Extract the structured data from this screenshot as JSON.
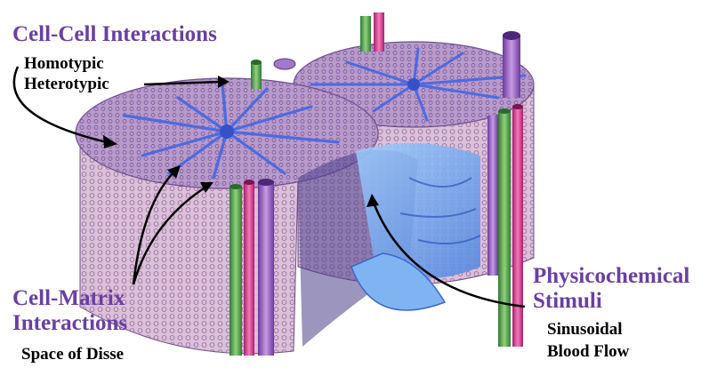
{
  "labels": {
    "cell_cell_title": "Cell-Cell Interactions",
    "homotypic": "Homotypic",
    "heterotypic": "Heterotypic",
    "cell_matrix_line1": "Cell-Matrix",
    "cell_matrix_line2": "Interactions",
    "space_of_disse": "Space of Disse",
    "physico_line1": "Physicochemical",
    "physico_line2": "Stimuli",
    "sinusoidal": "Sinusoidal",
    "blood_flow": "Blood Flow"
  },
  "colors": {
    "heading": "#6a3fa2",
    "text": "#000000",
    "tissue_top": "#8e6fbf",
    "tissue_side": "#d9b8d4",
    "sinusoid": "#5a7fe6",
    "vessel_green": "#4fa04a",
    "vessel_pink": "#d9338f",
    "vessel_purple": "#9a5cc6",
    "cut_face_blue": "#7fb4f2"
  },
  "icons": [
    "liver-lobule-illustration"
  ]
}
